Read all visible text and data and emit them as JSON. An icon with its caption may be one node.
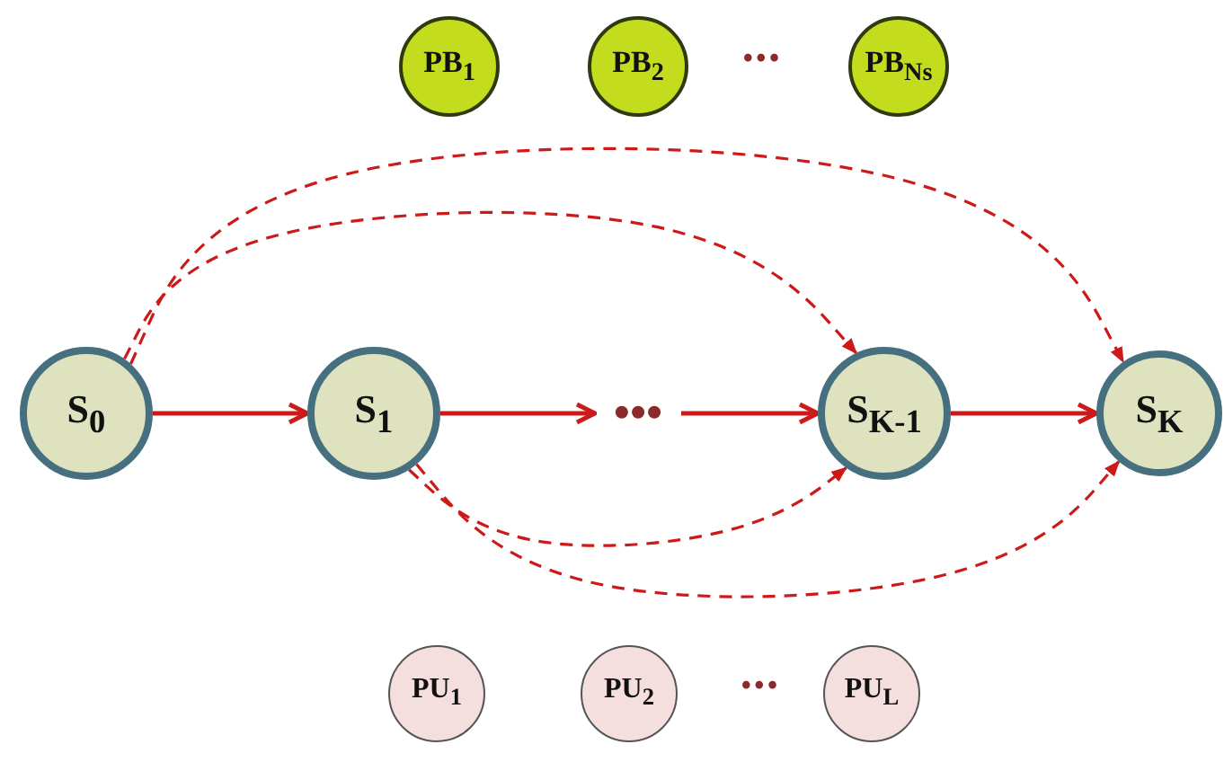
{
  "diagram": {
    "nodes": [
      {
        "text": [
          "PB$_{1}$"
        ]
      },
      {
        "text": [
          "PB$_{2}$"
        ]
      },
      {
        "text": [
          "PB$_{Ns}$"
        ]
      },
      {
        "text": [
          "S$_{0}$"
        ]
      },
      {
        "text": [
          "S$_{1}$"
        ]
      },
      {
        "text": [
          "•••"
        ]
      },
      {
        "text": [
          "S$_{K-1}$"
        ]
      },
      {
        "text": [
          "S$_{K}$"
        ]
      },
      {
        "text": [
          "PU$_{1}$"
        ]
      },
      {
        "text": [
          "PU$_{2}$"
        ]
      },
      {
        "text": [
          "PU$_{L}$"
        ]
      }
    ],
    "edges": [
      {
        "from": 3,
        "to": 4,
        "arrow": "to"
      },
      {
        "from": 4,
        "to": 5,
        "arrow": "to"
      },
      {
        "from": 5,
        "to": 6,
        "arrow": "to"
      },
      {
        "from": 6,
        "to": 7,
        "arrow": "to"
      },
      {
        "from": 3,
        "to": 6,
        "arrow": "to",
        "style": "dashed"
      },
      {
        "from": 3,
        "to": 7,
        "arrow": "to",
        "style": "dashed"
      },
      {
        "from": 4,
        "to": 6,
        "arrow": "to",
        "style": "dashed"
      },
      {
        "from": 4,
        "to": 7,
        "arrow": "to",
        "style": "dashed"
      }
    ],
    "labels": [
      "•••",
      "•••"
    ]
  }
}
